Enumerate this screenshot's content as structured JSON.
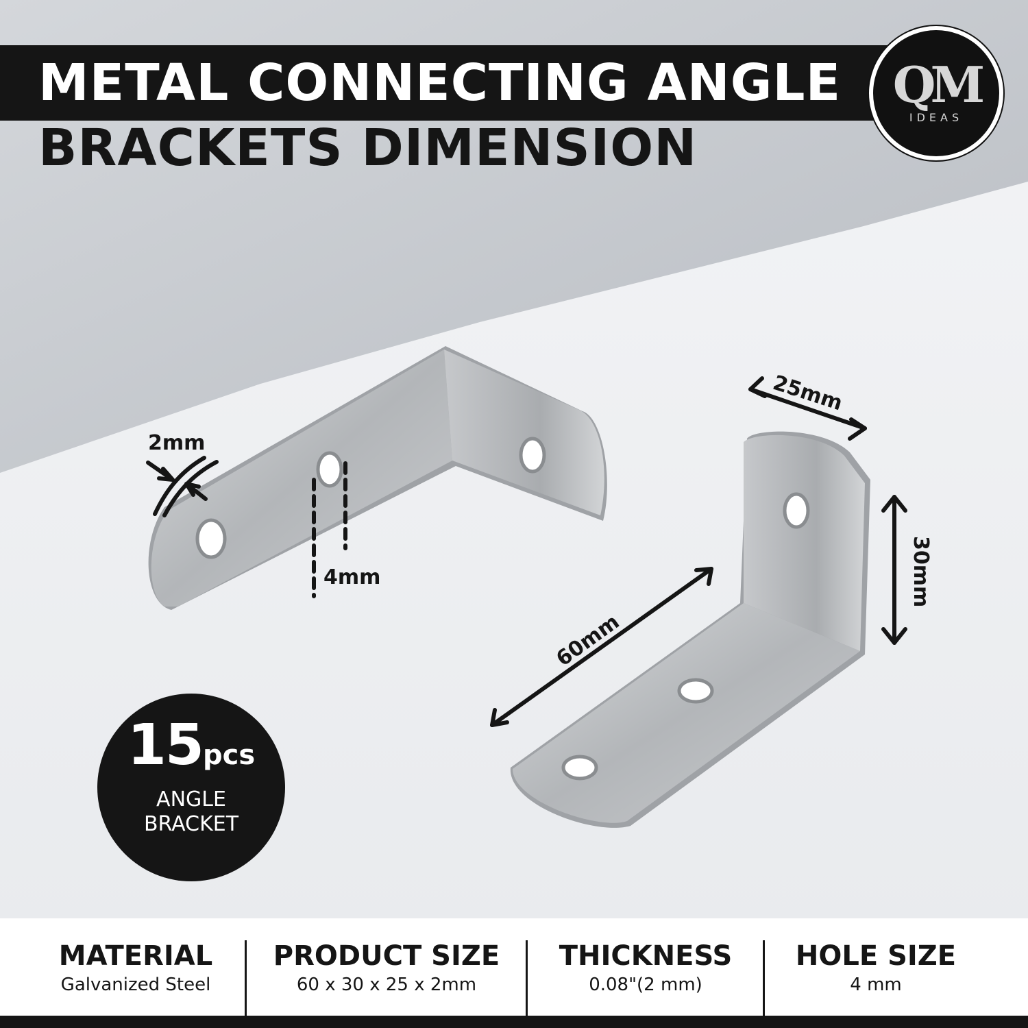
{
  "title": {
    "line1": "METAL CONNECTING ANGLE",
    "line2": "BRACKETS DIMENSION"
  },
  "logo": {
    "mark": "QM",
    "sub": "IDEAS"
  },
  "dimensions": {
    "thickness": "2mm",
    "hole": "4mm",
    "width": "25mm",
    "height": "30mm",
    "length": "60mm"
  },
  "badge": {
    "count": "15",
    "unit": "pcs",
    "line1": "ANGLE",
    "line2": "BRACKET"
  },
  "specs": [
    {
      "heading": "MATERIAL",
      "value": "Galvanized Steel"
    },
    {
      "heading": "PRODUCT SIZE",
      "value": "60 x 30 x 25 x 2mm"
    },
    {
      "heading": "THICKNESS",
      "value": "0.08\"(2 mm)"
    },
    {
      "heading": "HOLE SIZE",
      "value": "4 mm"
    }
  ],
  "colors": {
    "dark": "#151515",
    "wall": "#c9ccd1",
    "surface": "#eef0f2",
    "metal": "#b9bcbf"
  }
}
